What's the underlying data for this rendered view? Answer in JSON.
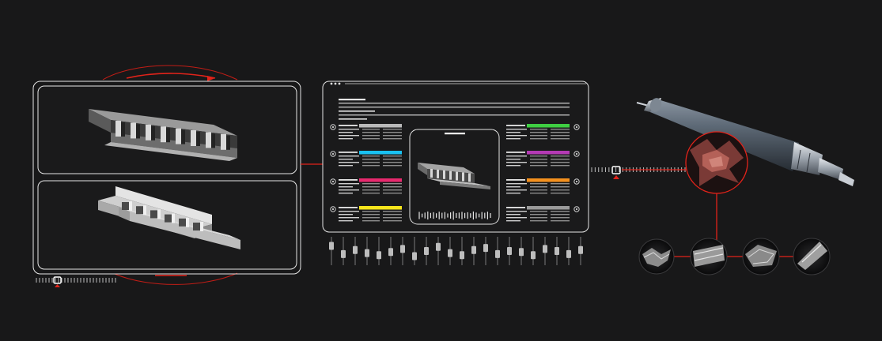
{
  "colors": {
    "background": "#181819",
    "line": "#e6e6e6",
    "accent_red": "#e2231a",
    "panel_fill": "#1a1a1b",
    "tag_colors": [
      "#b9b9b9",
      "#19c1f2",
      "#e8296e",
      "#f5e51c",
      "#3fce42",
      "#b43ab4",
      "#f4901e",
      "#9a9a9a"
    ]
  },
  "icons": {
    "model_top": "comb-part-dark-icon",
    "model_bottom": "comb-part-light-icon",
    "model_center": "comb-part-preview-icon",
    "roller": "embossing-roller-icon",
    "zoom_pattern": "texture-pattern-icon",
    "slider_handle": "slider-handle-icon",
    "pointer": "position-marker-icon"
  },
  "waveform_levels": [
    0.8,
    0.3,
    0.6,
    0.9,
    0.5,
    0.7,
    0.4,
    0.85,
    0.55,
    0.75,
    0.35,
    0.65,
    0.95,
    0.45,
    0.6,
    0.8,
    0.5,
    0.7,
    0.4,
    0.9,
    0.6,
    0.3,
    0.75,
    0.55,
    0.85,
    0.45
  ],
  "fader_levels": [
    0.75,
    0.35,
    0.55,
    0.4,
    0.3,
    0.45,
    0.6,
    0.25,
    0.5,
    0.7,
    0.4,
    0.3,
    0.55,
    0.65,
    0.35,
    0.5,
    0.45,
    0.3,
    0.6,
    0.5,
    0.35,
    0.55
  ]
}
